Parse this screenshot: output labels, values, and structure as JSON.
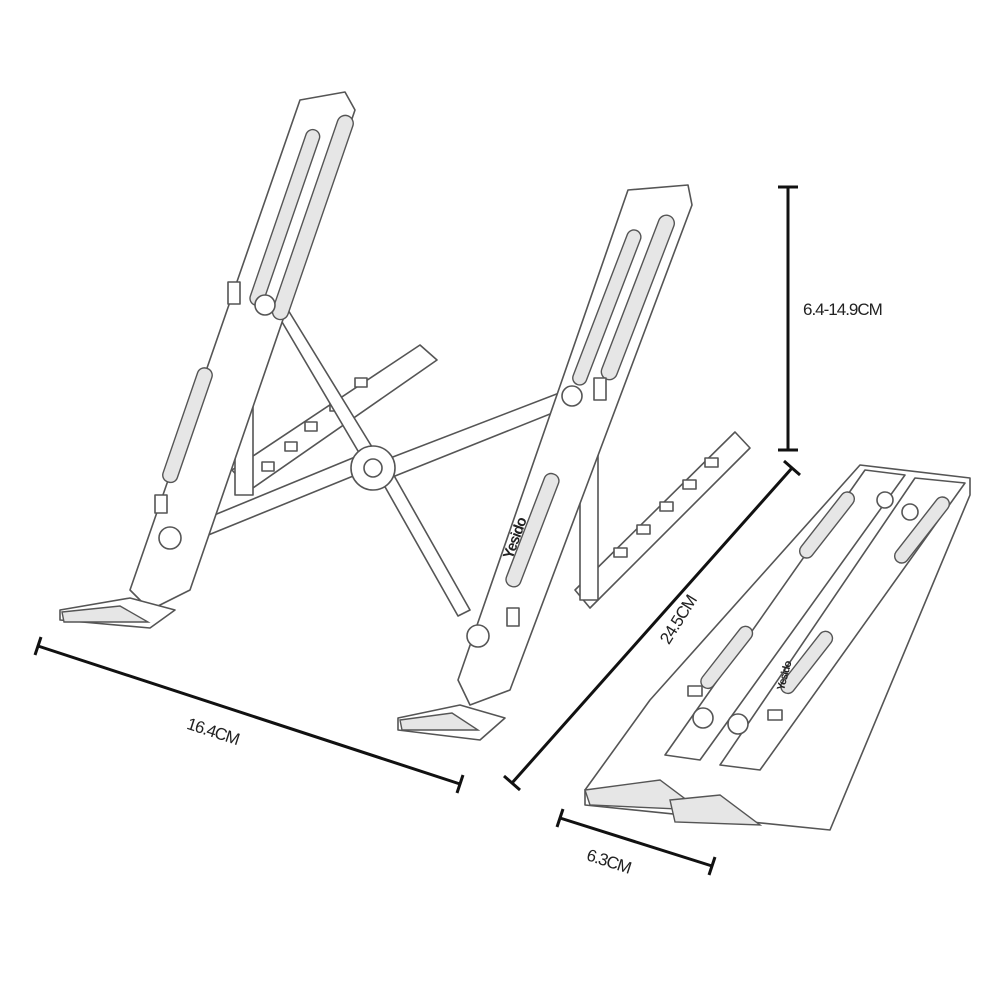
{
  "brand_logo": "Yesido",
  "dimensions": {
    "height_range": "6.4-14.9CM",
    "length": "24.5CM",
    "width": "16.4CM",
    "folded_width": "6.3CM"
  },
  "colors": {
    "line": "#555555",
    "dimension_line": "#111111",
    "background": "#ffffff"
  }
}
